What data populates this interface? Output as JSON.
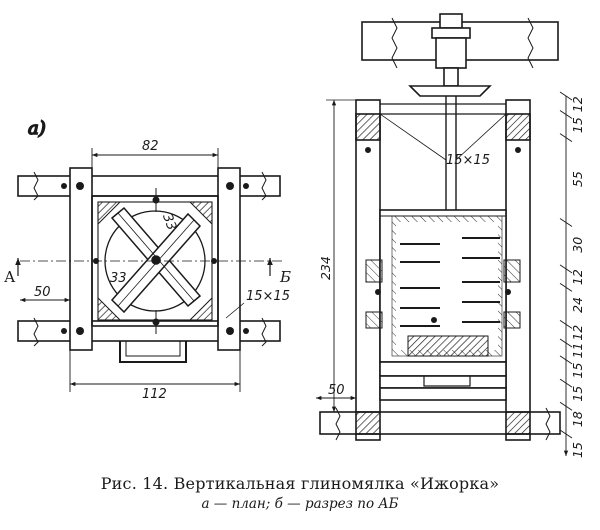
{
  "caption": {
    "title": "Рис. 14. Вертикальная глиномялка «Ижорка»",
    "subtitle": "а — план; б — разрез по АБ"
  },
  "plan": {
    "label": "а)",
    "dims": {
      "width_top": "82",
      "width_bottom": "112",
      "left_offset": "50",
      "beam": "15×15",
      "inner_a": "33",
      "inner_b": "33"
    },
    "section_marks": {
      "a": "А",
      "b": "Б"
    }
  },
  "section": {
    "dims": {
      "total_height": "234",
      "left_offset": "50",
      "beam": "15×15",
      "stack": [
        "12",
        "15",
        "55",
        "30",
        "12",
        "24",
        "12",
        "11",
        "15",
        "15",
        "18"
      ],
      "bottom": "15"
    }
  }
}
